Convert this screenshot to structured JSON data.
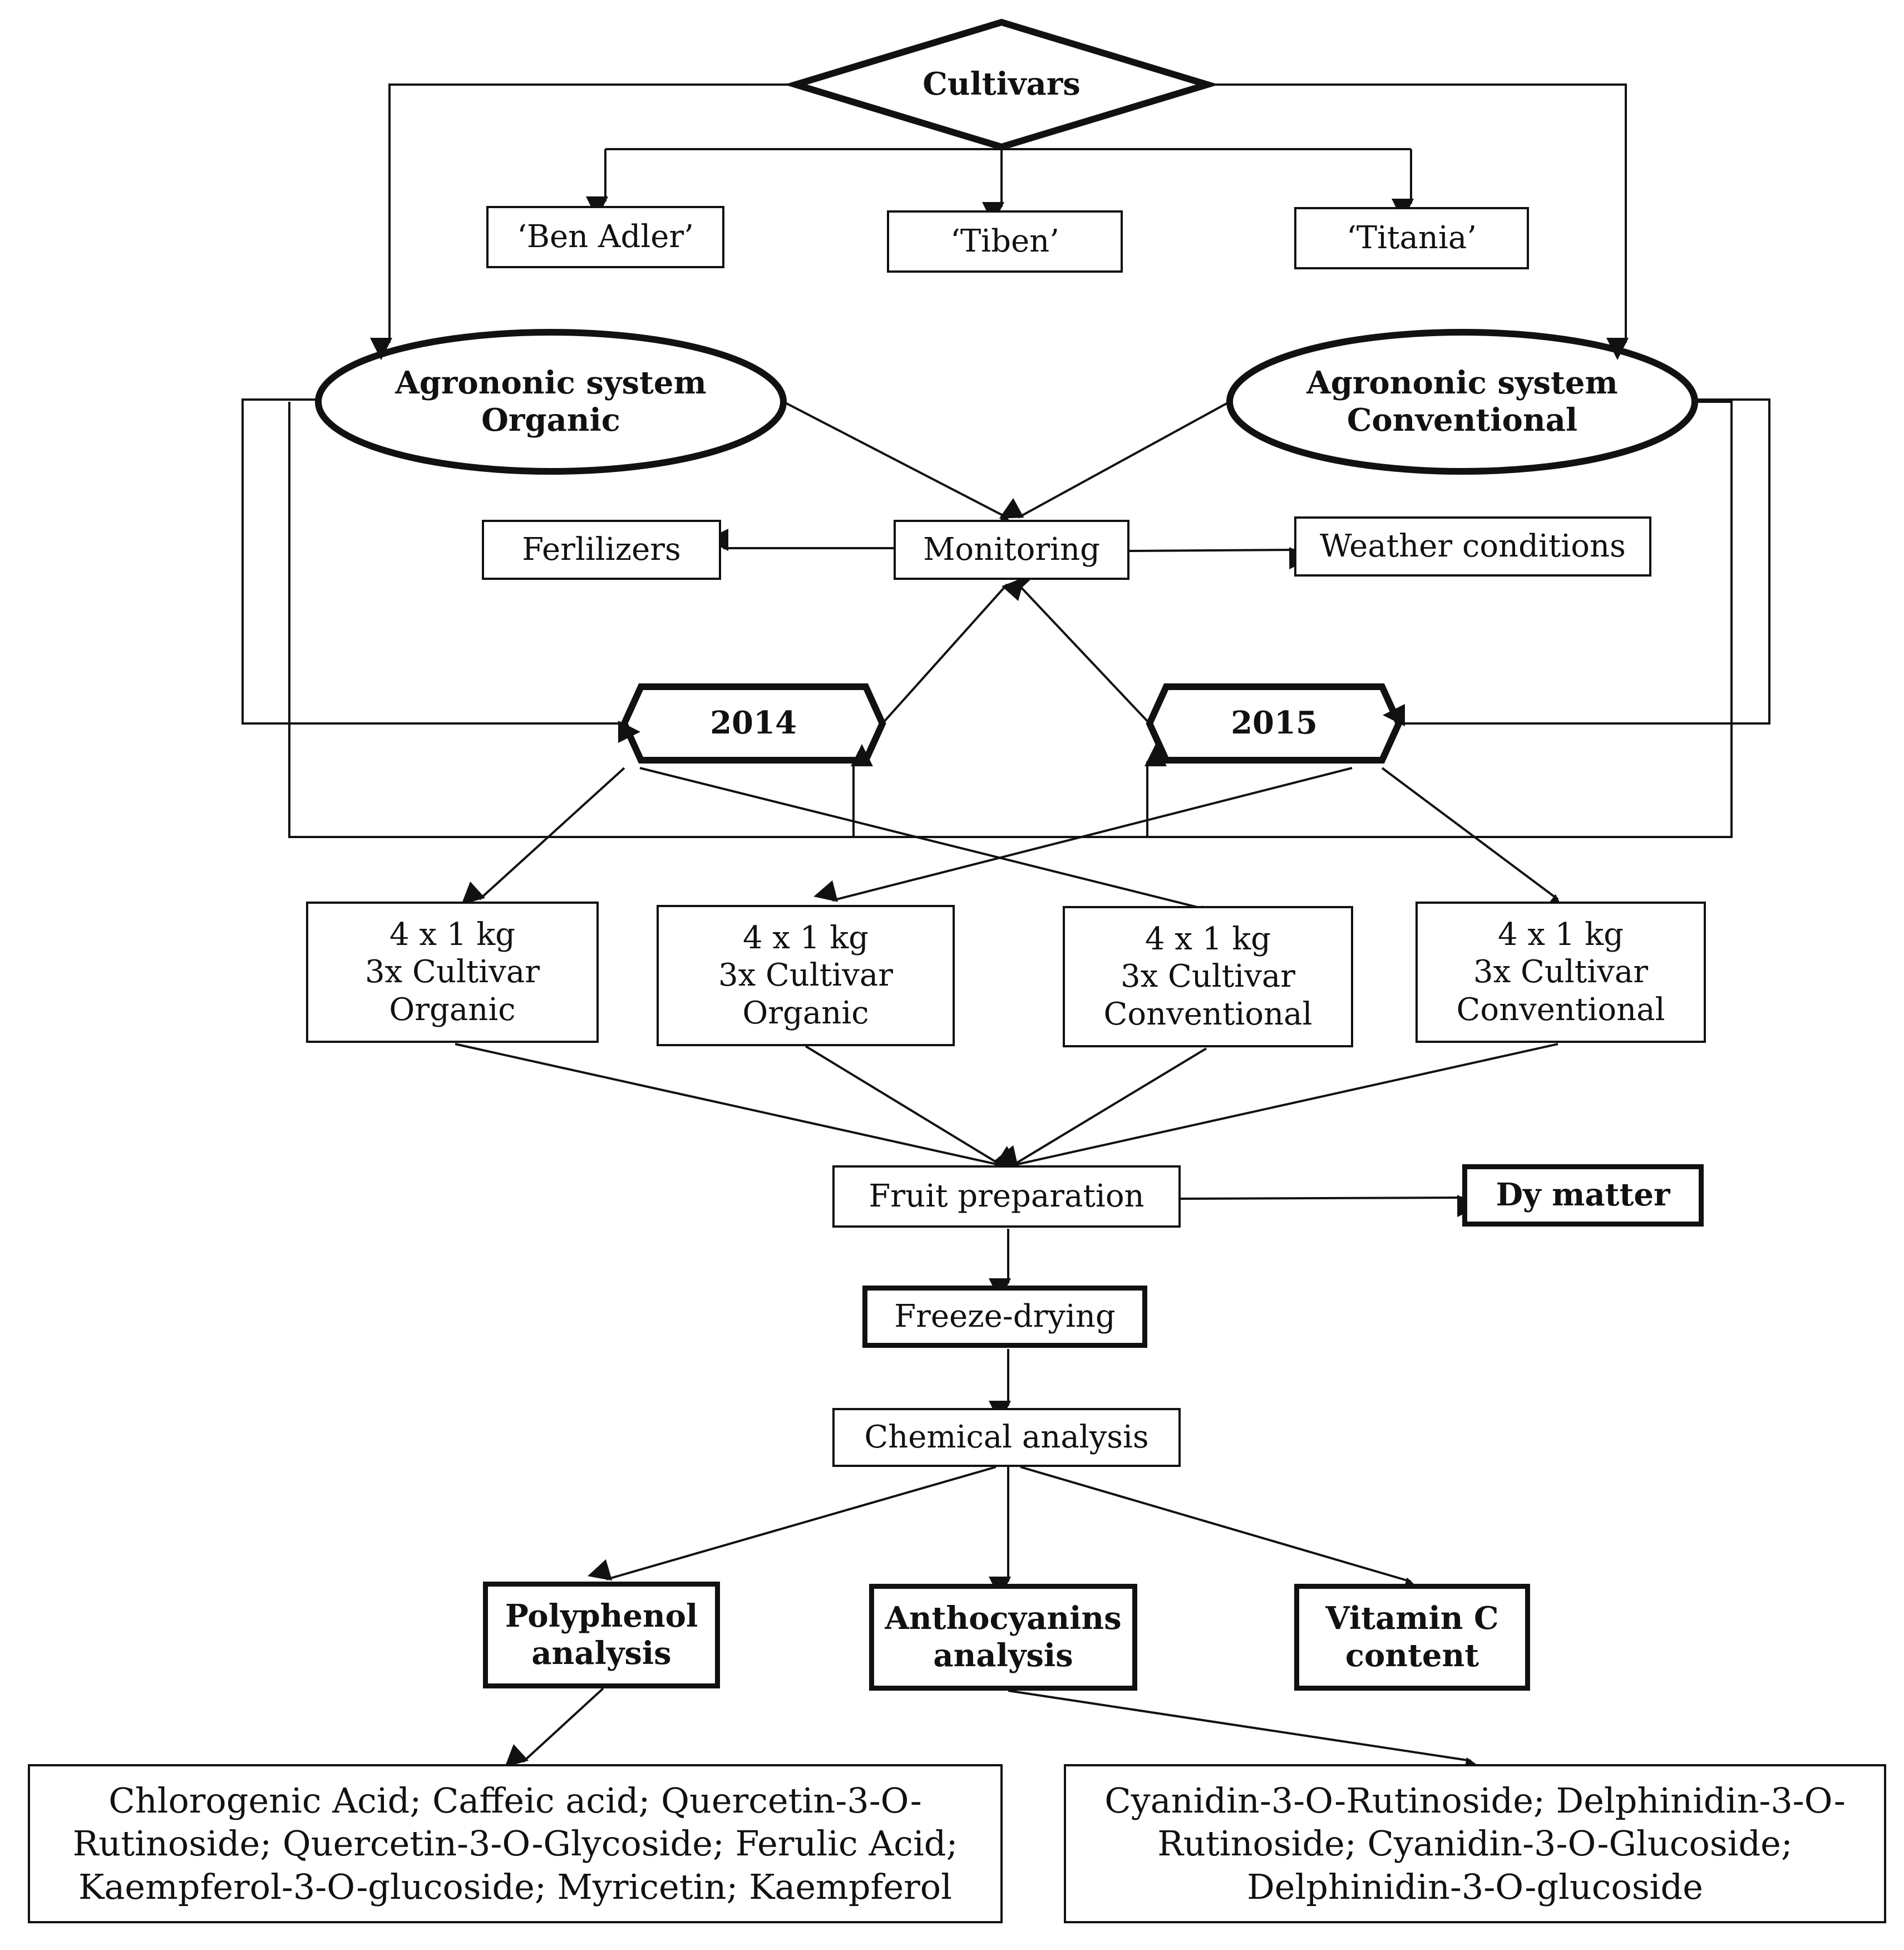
{
  "nodes": {
    "cultivars": "Cultivars",
    "ben_adler": "‘Ben Adler’",
    "tiben": "‘Tiben’",
    "titania": "‘Titania’",
    "organic_system": "Agrononic system\nOrganic",
    "conventional_system": "Agrononic system\nConventional",
    "fertilizers": "Ferlilizers",
    "monitoring": "Monitoring",
    "weather": "Weather conditions",
    "year_2014": "2014",
    "year_2015": "2015",
    "sample_1": "4 x 1 kg\n3x Cultivar\nOrganic",
    "sample_2": "4 x 1 kg\n3x Cultivar\nOrganic",
    "sample_3": "4 x 1 kg\n3x Cultivar\nConventional",
    "sample_4": "4 x 1 kg\n3x Cultivar\nConventional",
    "fruit_preparation": "Fruit preparation",
    "dry_matter": "Dy matter",
    "freeze_drying": "Freeze-drying",
    "chemical_analysis": "Chemical analysis",
    "polyphenol": "Polyphenol\nanalysis",
    "anthocyanins": "Anthocyanins\nanalysis",
    "vitamin_c": "Vitamin C\ncontent",
    "polyphenol_list": "Chlorogenic Acid; Caffeic acid; Quercetin-3-O-\nRutinoside; Quercetin-3-O-Glycoside; Ferulic Acid;\nKaempferol-3-O-glucoside; Myricetin; Kaempferol",
    "anthocyanin_list": "Cyanidin-3-O-Rutinoside; Delphinidin-3-O-\nRutinoside; Cyanidin-3-O-Glucoside;\nDelphinidin-3-O-glucoside"
  }
}
